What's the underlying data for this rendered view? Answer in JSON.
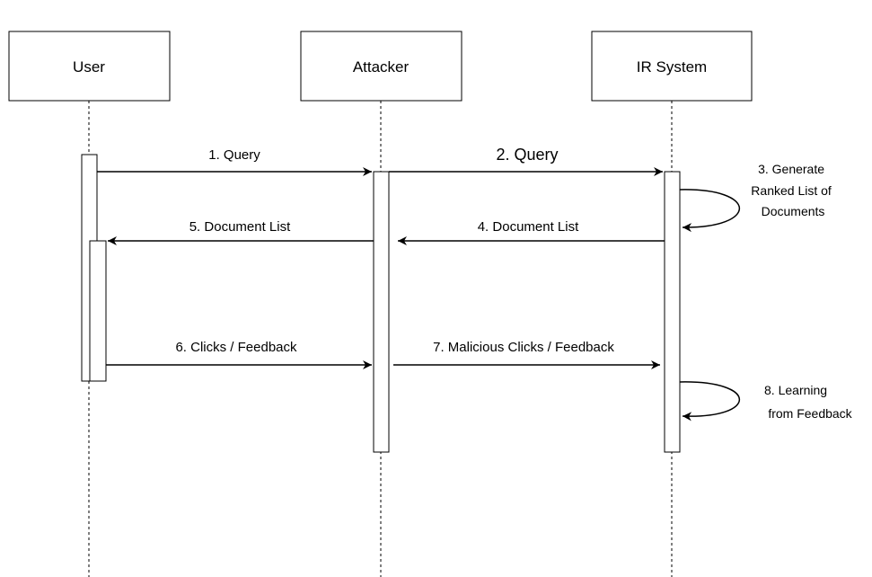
{
  "participants": [
    {
      "id": "user",
      "label": "User"
    },
    {
      "id": "attacker",
      "label": "Attacker"
    },
    {
      "id": "ir",
      "label": "IR System"
    }
  ],
  "messages": [
    {
      "id": "m1",
      "label": "1. Query",
      "from": "User",
      "to": "Attacker"
    },
    {
      "id": "m2",
      "label": "2. Query",
      "from": "Attacker",
      "to": "IR System"
    },
    {
      "id": "m3",
      "label_lines": [
        "3. Generate",
        "Ranked List of",
        "Documents"
      ],
      "from": "IR System",
      "to": "IR System"
    },
    {
      "id": "m4",
      "label": "4. Document List",
      "from": "IR System",
      "to": "Attacker"
    },
    {
      "id": "m5",
      "label": "5. Document List",
      "from": "Attacker",
      "to": "User"
    },
    {
      "id": "m6",
      "label": "6. Clicks / Feedback",
      "from": "User",
      "to": "Attacker"
    },
    {
      "id": "m7",
      "label": "7. Malicious Clicks / Feedback",
      "from": "Attacker",
      "to": "IR System"
    },
    {
      "id": "m8",
      "label_lines": [
        "8. Learning",
        "from Feedback"
      ],
      "from": "IR System",
      "to": "IR System"
    }
  ]
}
